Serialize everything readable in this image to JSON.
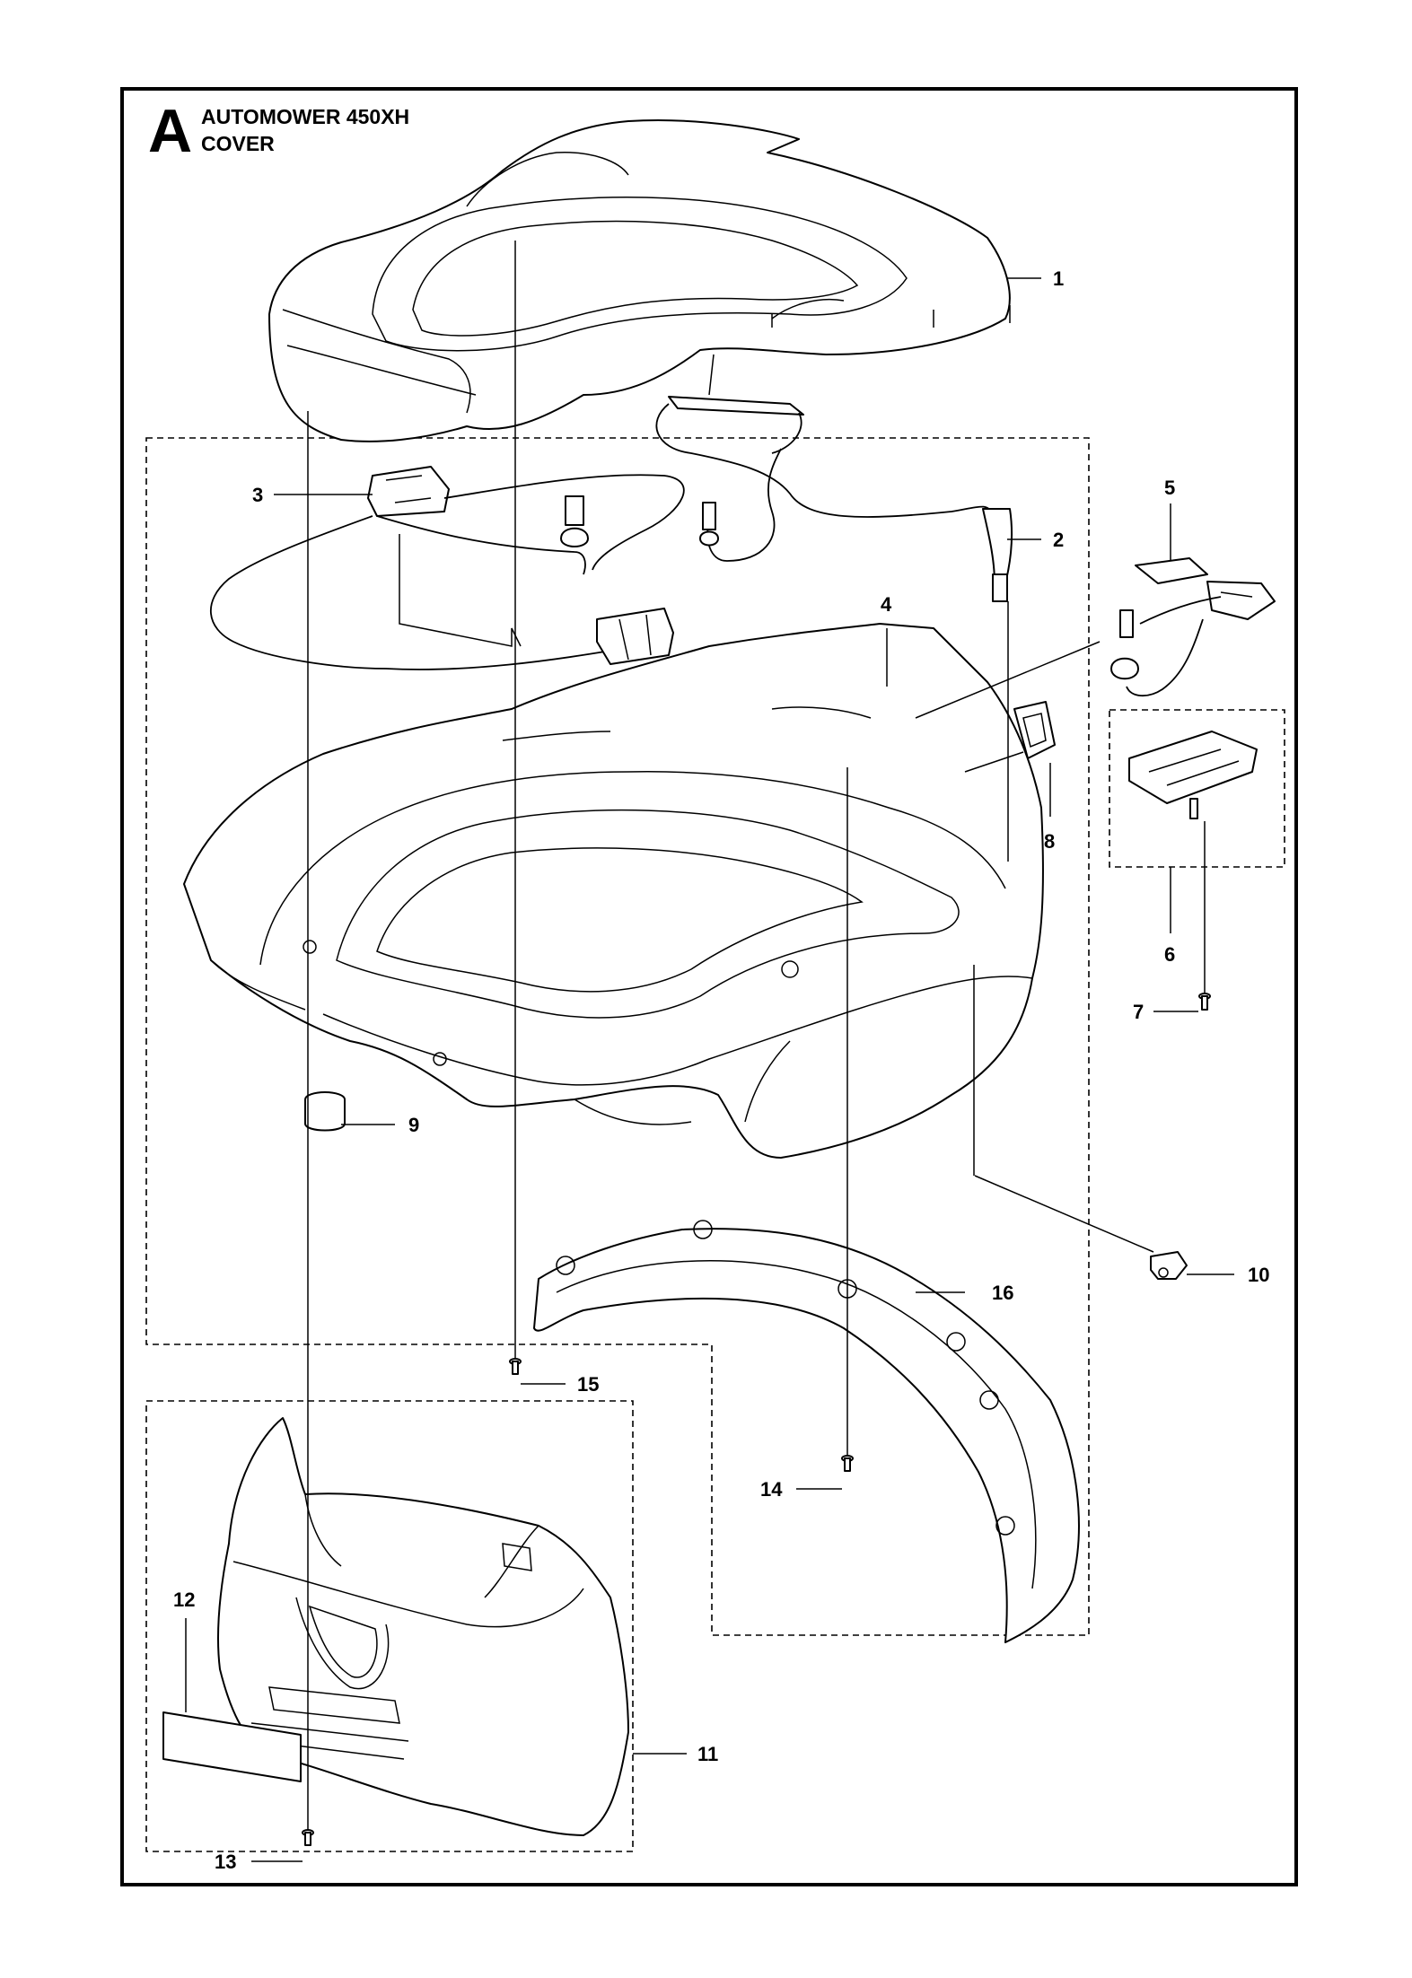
{
  "header": {
    "section_letter": "A",
    "title_line1": "AUTOMOWER 450XH",
    "title_line2": "COVER"
  },
  "callouts": [
    "1",
    "2",
    "3",
    "4",
    "5",
    "6",
    "7",
    "8",
    "9",
    "10",
    "11",
    "12",
    "13",
    "14",
    "15",
    "16"
  ]
}
